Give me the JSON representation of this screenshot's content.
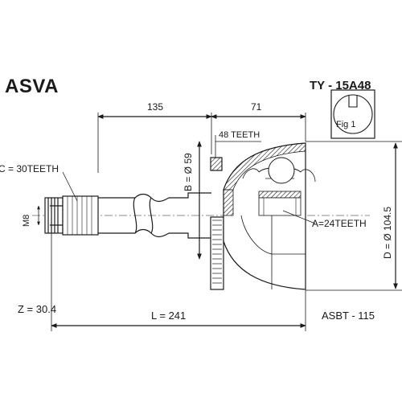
{
  "header": {
    "brand": "ASVA",
    "part_number": "TY - 15A48"
  },
  "dimensions": {
    "overall_length": "L = 241",
    "shaft_length": "135",
    "housing_length": "71",
    "outer_teeth": "48 TEETH",
    "inner_spline": "A=24TEETH",
    "shaft_spline": "C = 30TEETH",
    "seal_diameter": "B = Ø 59",
    "housing_diameter": "D = Ø 104.5",
    "thread": "M8",
    "z_value": "Z = 30.4"
  },
  "figure_label": "Fig 1",
  "footer": {
    "reference": "ASBT - 115"
  },
  "colors": {
    "line": "#1a1a1a",
    "fill": "#ffffff",
    "hatch": "#1a1a1a"
  }
}
